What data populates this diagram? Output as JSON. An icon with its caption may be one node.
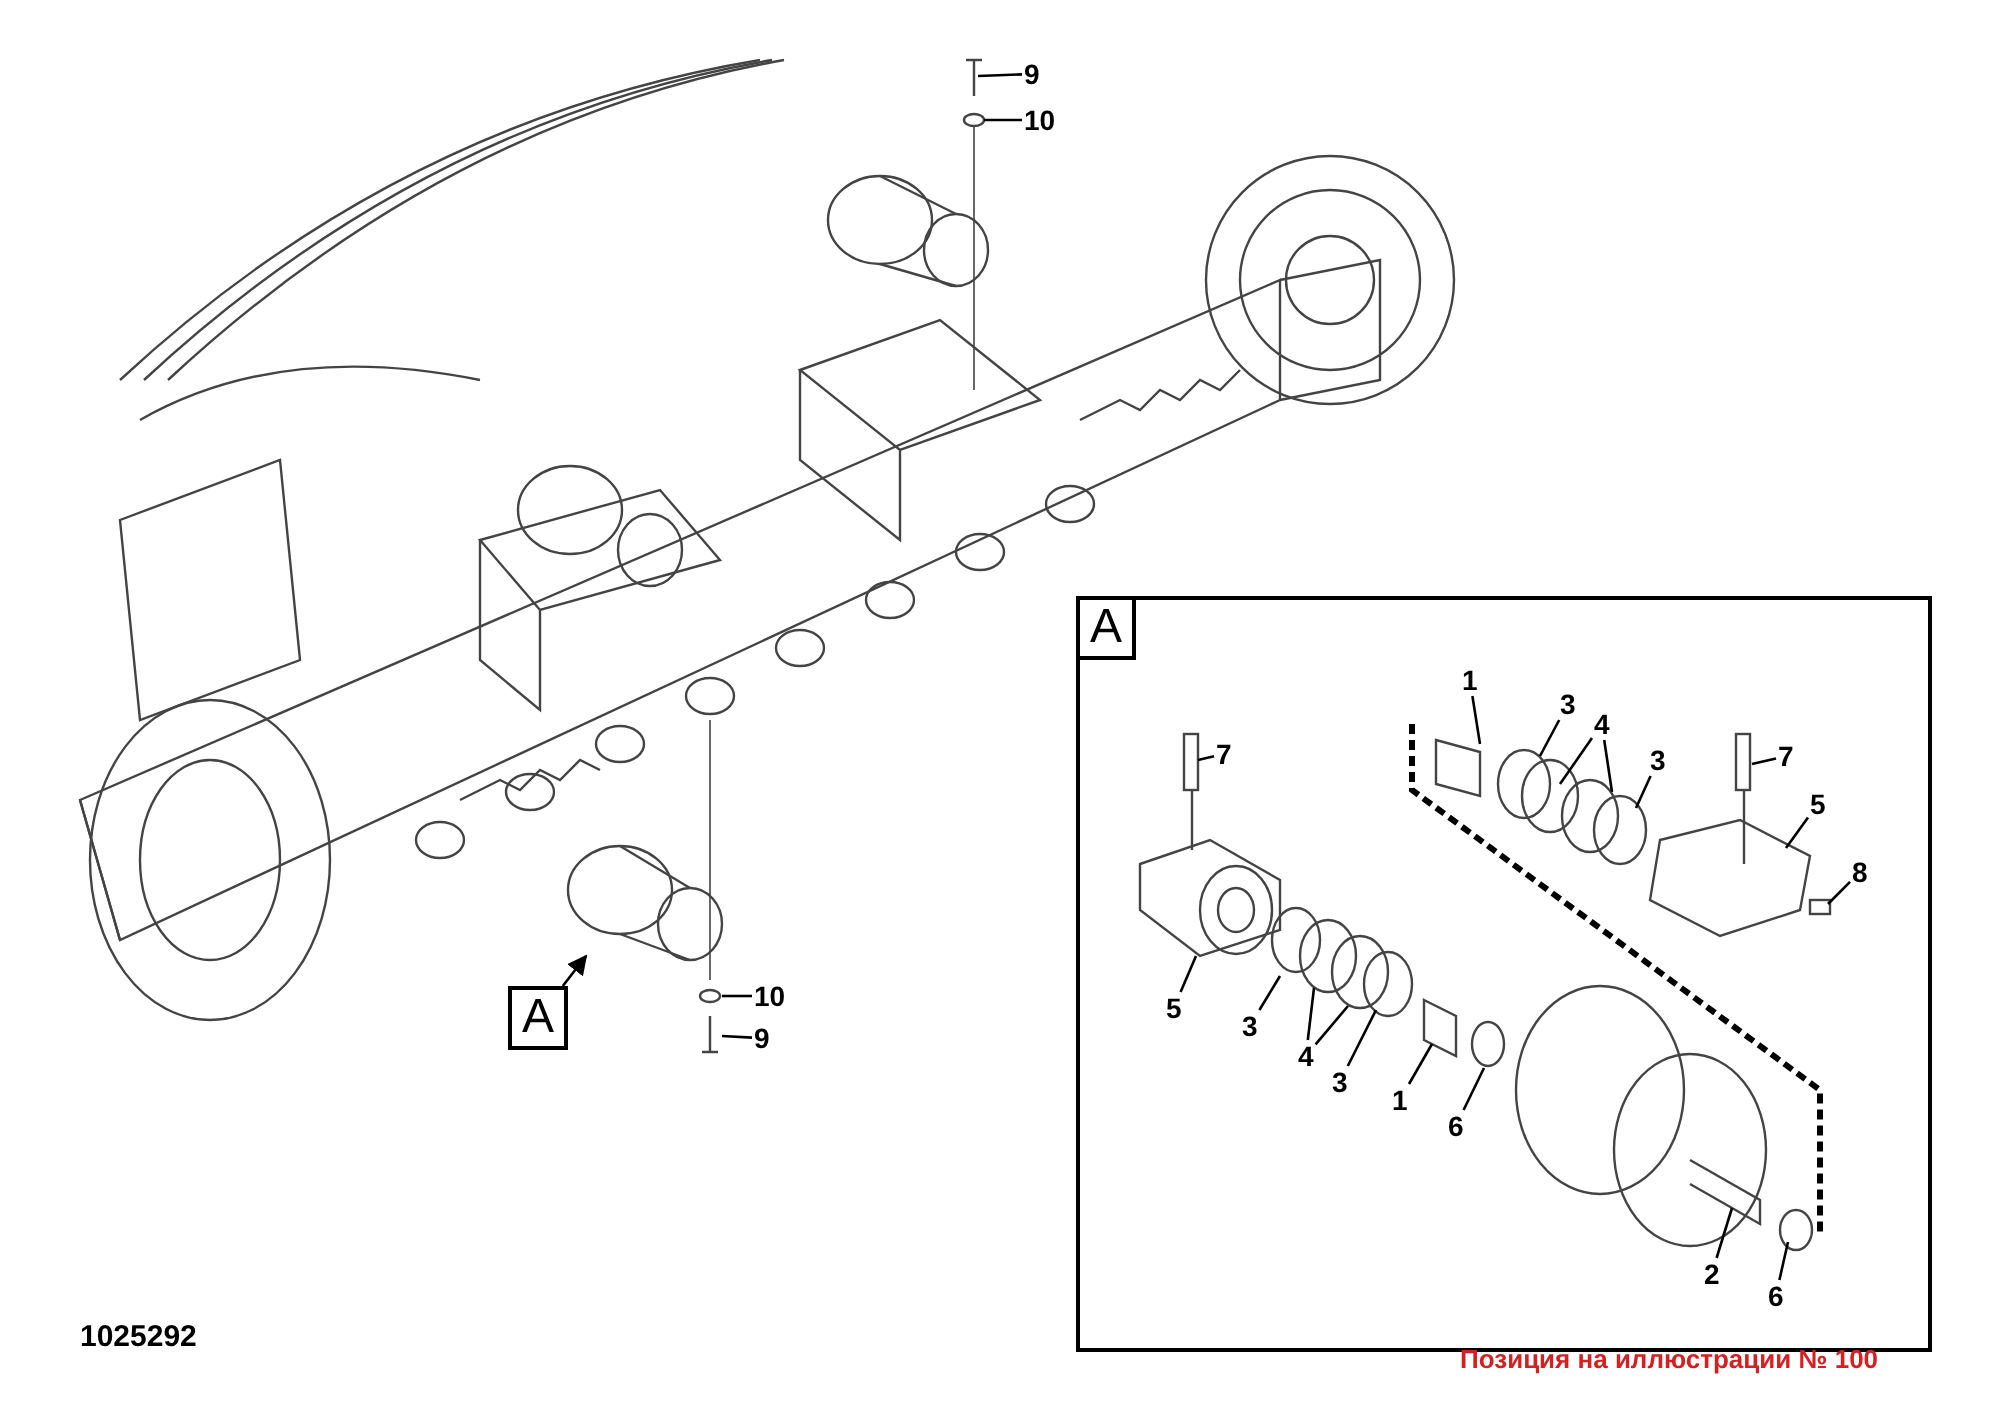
{
  "diagram": {
    "nodes": [
      {
        "text": [
          "9"
        ]
      },
      {
        "text": [
          "10"
        ]
      },
      {
        "text": [
          "10"
        ]
      },
      {
        "text": [
          "A"
        ]
      },
      {
        "text": [
          "9"
        ]
      },
      {
        "text": [],
        "shape": "box"
      },
      {
        "text": [
          "A"
        ],
        "in": 5
      },
      {
        "text": [
          "1"
        ],
        "in": 5
      },
      {
        "text": [
          "3"
        ],
        "in": 5
      },
      {
        "text": [
          "4"
        ],
        "in": 5
      },
      {
        "text": [
          "3"
        ],
        "in": 5
      },
      {
        "text": [
          "7"
        ],
        "in": 5
      },
      {
        "text": [
          "7"
        ],
        "in": 5
      },
      {
        "text": [
          "5"
        ],
        "in": 5
      },
      {
        "text": [
          "8"
        ],
        "in": 5
      },
      {
        "text": [
          "5"
        ],
        "in": 5
      },
      {
        "text": [
          "3"
        ],
        "in": 5
      },
      {
        "text": [
          "4"
        ],
        "in": 5
      },
      {
        "text": [
          "3"
        ],
        "in": 5
      },
      {
        "text": [
          "1"
        ],
        "in": 5
      },
      {
        "text": [
          "6"
        ],
        "in": 5
      },
      {
        "text": [
          "2"
        ],
        "in": 5
      },
      {
        "text": [
          "6"
        ],
        "in": 5
      }
    ],
    "edges": [
      {
        "from": 0,
        "to": null,
        "arrow": "none"
      },
      {
        "from": 1,
        "to": null,
        "arrow": "none"
      },
      {
        "from": 2,
        "to": null,
        "arrow": "none"
      },
      {
        "from": 3,
        "to": null,
        "arrow": "to"
      },
      {
        "from": 4,
        "to": null,
        "arrow": "none"
      },
      {
        "from": 7,
        "to": null,
        "arrow": "none"
      },
      {
        "from": 8,
        "to": null,
        "arrow": "none"
      },
      {
        "from": 9,
        "to": null,
        "arrow": "none"
      },
      {
        "from": 9,
        "to": null,
        "arrow": "none"
      },
      {
        "from": 10,
        "to": null,
        "arrow": "none"
      },
      {
        "from": 11,
        "to": null,
        "arrow": "none"
      },
      {
        "from": 12,
        "to": null,
        "arrow": "none"
      },
      {
        "from": 13,
        "to": null,
        "arrow": "none"
      },
      {
        "from": 14,
        "to": null,
        "arrow": "none"
      },
      {
        "from": 15,
        "to": null,
        "arrow": "none"
      },
      {
        "from": 16,
        "to": null,
        "arrow": "none"
      },
      {
        "from": 17,
        "to": null,
        "arrow": "none"
      },
      {
        "from": 17,
        "to": null,
        "arrow": "none"
      },
      {
        "from": 18,
        "to": null,
        "arrow": "none"
      },
      {
        "from": 19,
        "to": null,
        "arrow": "none"
      },
      {
        "from": 20,
        "to": null,
        "arrow": "none"
      },
      {
        "from": 21,
        "to": null,
        "arrow": "none"
      },
      {
        "from": 22,
        "to": null,
        "arrow": "none"
      }
    ],
    "labels": [
      "1025292",
      "Позиция на иллюстрации № 100"
    ]
  }
}
